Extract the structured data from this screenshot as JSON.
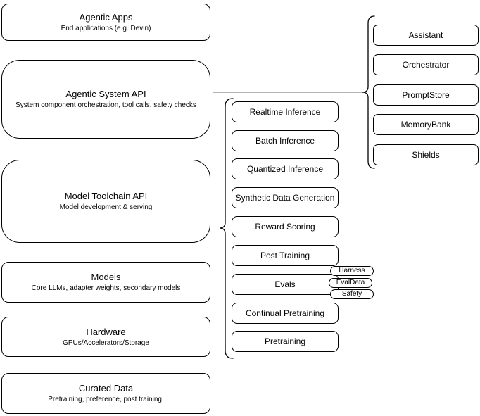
{
  "left_stack": {
    "items": [
      {
        "title": "Agentic Apps",
        "subtitle": "End applications (e.g. Devin)"
      },
      {
        "title": "Agentic System API",
        "subtitle": "System component orchestration, tool calls, safety checks"
      },
      {
        "title": "Model Toolchain API",
        "subtitle": "Model development & serving"
      },
      {
        "title": "Models",
        "subtitle": "Core LLMs, adapter weights, secondary models"
      },
      {
        "title": "Hardware",
        "subtitle": "GPUs/Accelerators/Storage"
      },
      {
        "title": "Curated Data",
        "subtitle": "Pretraining, preference, post training."
      }
    ]
  },
  "toolchain_group": {
    "items": [
      {
        "label": "Realtime Inference"
      },
      {
        "label": "Batch Inference"
      },
      {
        "label": "Quantized Inference"
      },
      {
        "label": "Synthetic Data Generation"
      },
      {
        "label": "Reward Scoring"
      },
      {
        "label": "Post Training"
      },
      {
        "label": "Evals"
      },
      {
        "label": "Continual Pretraining"
      },
      {
        "label": "Pretraining"
      }
    ],
    "evals_tags": [
      {
        "label": "Harness"
      },
      {
        "label": "EvalData"
      },
      {
        "label": "Safety"
      }
    ]
  },
  "system_group": {
    "items": [
      {
        "label": "Assistant"
      },
      {
        "label": "Orchestrator"
      },
      {
        "label": "PromptStore"
      },
      {
        "label": "MemoryBank"
      },
      {
        "label": "Shields"
      }
    ]
  },
  "colors": {
    "node_border": "#000000",
    "node_fill": "#ffffff",
    "connector": "#999999",
    "text": "#000000"
  }
}
